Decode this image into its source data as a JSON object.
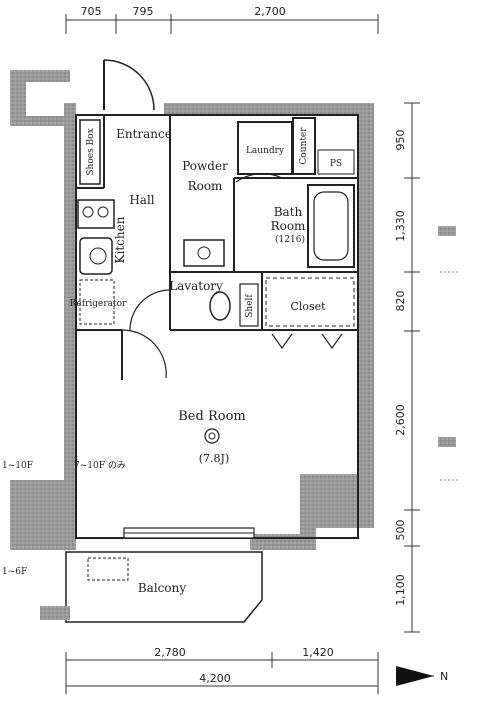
{
  "dimensions": {
    "top": [
      "705",
      "795",
      "2,700"
    ],
    "right": [
      "950",
      "1,330",
      "820",
      "2,600",
      "500",
      "1,100"
    ],
    "bottom_parts": [
      "2,780",
      "1,420"
    ],
    "bottom_total": "4,200"
  },
  "rooms": {
    "entrance": "Entrance",
    "shoes_box": "Shoes Box",
    "hall": "Hall",
    "kitchen": "Kitchen",
    "refrigerator": "Refrigerator",
    "powder_room_line1": "Powder",
    "powder_room_line2": "Room",
    "laundry": "Laundry",
    "counter": "Counter",
    "ps": "PS",
    "bath_room_line1": "Bath",
    "bath_room_line2": "Room",
    "bath_size": "(1216)",
    "lavatory": "Lavatory",
    "shelf": "Shelf",
    "closet": "Closet",
    "bed_room": "Bed Room",
    "bed_room_size": "(7.8J)",
    "balcony": "Balcony"
  },
  "notes": {
    "floor_range_upper": "7~10F のみ",
    "left_upper": "1~10F",
    "left_lower": "1~6F"
  },
  "compass": {
    "label": "N"
  }
}
